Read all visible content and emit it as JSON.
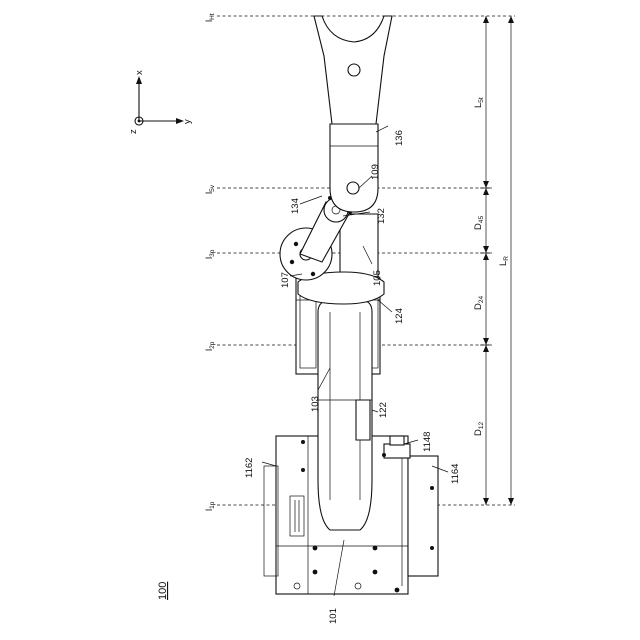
{
  "figure": {
    "number": "100"
  },
  "axes": {
    "x": "x",
    "y": "y",
    "z": "z"
  },
  "levels": [
    {
      "id": "ht",
      "main": "l",
      "sub": "Ht"
    },
    {
      "id": "5v",
      "main": "l",
      "sub": "5v"
    },
    {
      "id": "3p",
      "main": "l",
      "sub": "3p"
    },
    {
      "id": "2p",
      "main": "l",
      "sub": "2p"
    },
    {
      "id": "1p",
      "main": "l",
      "sub": "1p"
    }
  ],
  "dimensions": [
    {
      "id": "L5t",
      "main": "L",
      "sub": "5t"
    },
    {
      "id": "D45",
      "main": "D",
      "sub": "45"
    },
    {
      "id": "D24",
      "main": "D",
      "sub": "24"
    },
    {
      "id": "D12",
      "main": "D",
      "sub": "12"
    },
    {
      "id": "LR",
      "main": "L",
      "sub": "R"
    }
  ],
  "parts": {
    "p101": "101",
    "p103": "103",
    "p105": "105",
    "p107": "107",
    "p109": "109",
    "p122": "122",
    "p124": "124",
    "p132": "132",
    "p134": "134",
    "p136": "136",
    "p1148": "1148",
    "p1162": "1162",
    "p1164": "1164"
  }
}
